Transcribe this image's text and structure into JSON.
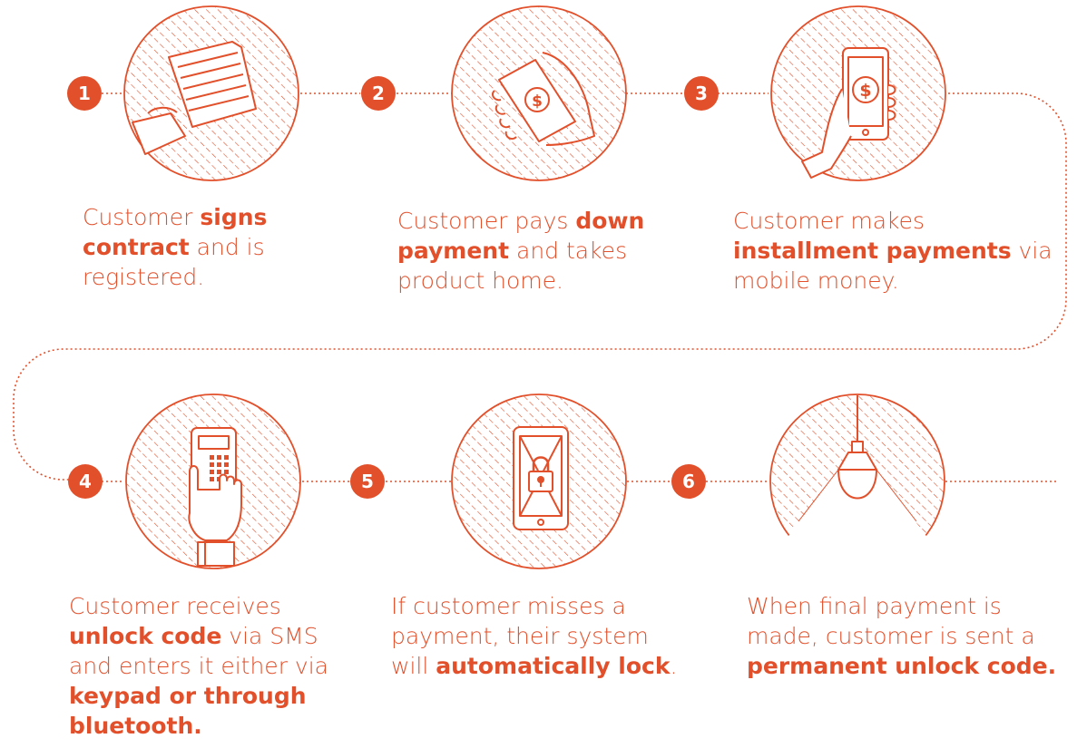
{
  "accent_color": "#e2502b",
  "steps": [
    {
      "number": "1",
      "icon": "contract-document-icon",
      "caption": [
        {
          "text": "Customer ",
          "bold": false
        },
        {
          "text": "signs contract",
          "bold": true
        },
        {
          "text": " and is registered.",
          "bold": false
        }
      ]
    },
    {
      "number": "2",
      "icon": "cash-in-hand-icon",
      "caption": [
        {
          "text": "Customer pays ",
          "bold": false
        },
        {
          "text": "down payment",
          "bold": true
        },
        {
          "text": " and takes product home.",
          "bold": false
        }
      ]
    },
    {
      "number": "3",
      "icon": "mobile-money-phone-icon",
      "caption": [
        {
          "text": "Customer makes ",
          "bold": false
        },
        {
          "text": "installment payments",
          "bold": true
        },
        {
          "text": " via mobile money.",
          "bold": false
        }
      ]
    },
    {
      "number": "4",
      "icon": "keypad-press-icon",
      "caption": [
        {
          "text": "Customer receives ",
          "bold": false
        },
        {
          "text": "unlock code",
          "bold": true
        },
        {
          "text": " via SMS and enters it either via ",
          "bold": false
        },
        {
          "text": "keypad or through bluetooth.",
          "bold": true
        }
      ]
    },
    {
      "number": "5",
      "icon": "locked-device-icon",
      "caption": [
        {
          "text": "If customer misses a payment, their system will ",
          "bold": false
        },
        {
          "text": "automatically lock",
          "bold": true
        },
        {
          "text": ".",
          "bold": false
        }
      ]
    },
    {
      "number": "6",
      "icon": "hanging-lamp-icon",
      "caption": [
        {
          "text": "When final payment is made, customer is sent a ",
          "bold": false
        },
        {
          "text": "permanent unlock code.",
          "bold": true
        }
      ]
    }
  ]
}
